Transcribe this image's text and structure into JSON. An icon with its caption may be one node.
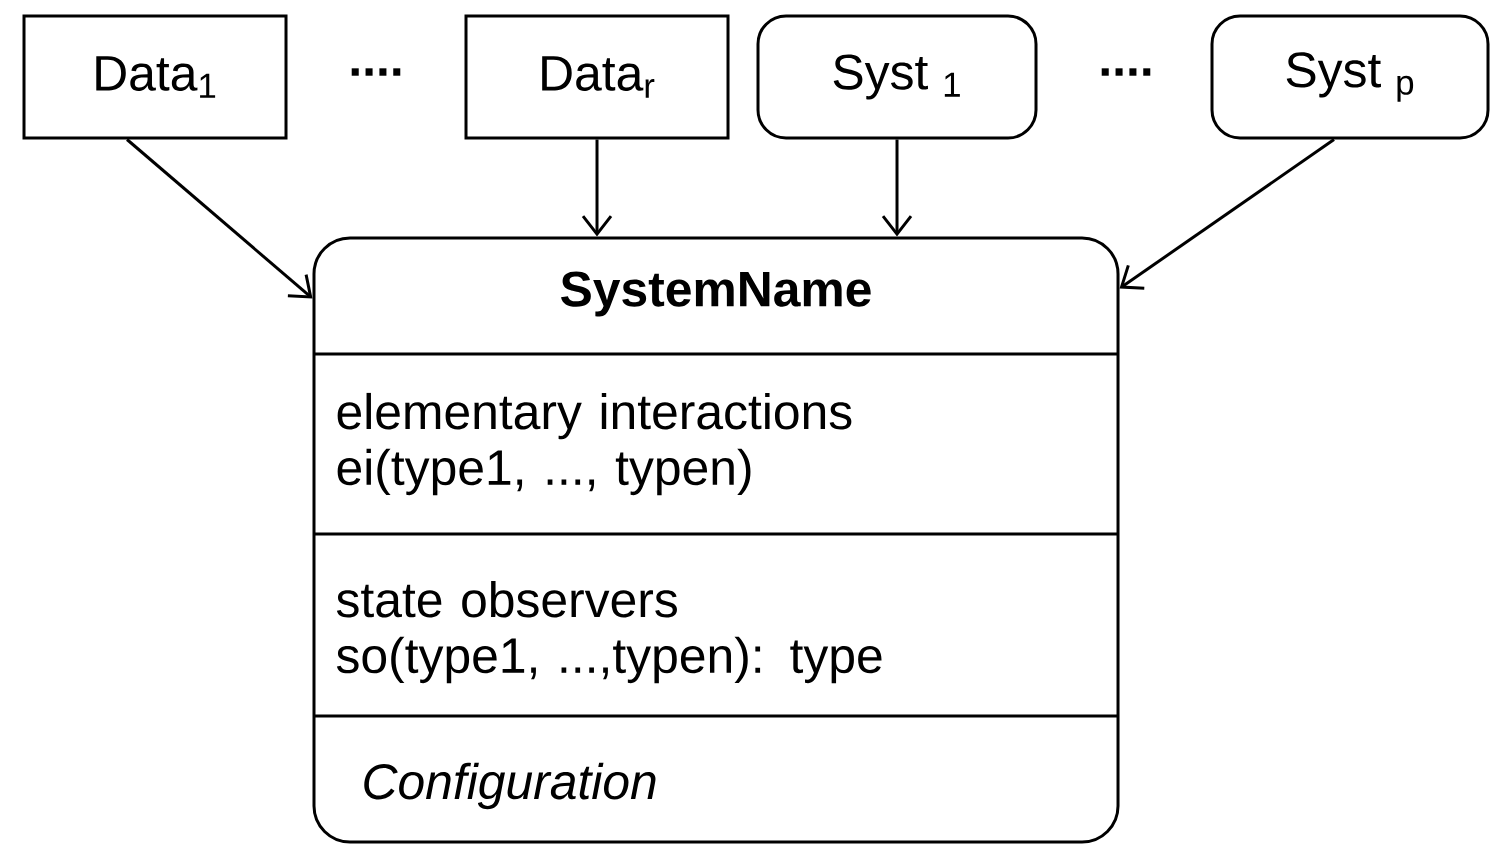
{
  "diagram": {
    "nodes": [
      {
        "text": [
          "Data$_{1}$"
        ]
      },
      {
        "text": [
          "Data$_{r}$"
        ]
      },
      {
        "text": [
          "Syst $_{1}$"
        ]
      },
      {
        "text": [
          "Syst $_{p}$"
        ]
      },
      {
        "text": [
          "SystemName",
          "elementary interactions ei(type1, ..., typen)",
          "state observers so(type1, ...,typen): type",
          "Configuration"
        ]
      }
    ],
    "edges": [
      {
        "from": 0,
        "to": 4,
        "arrow": "to"
      },
      {
        "from": 1,
        "to": 4,
        "arrow": "to"
      },
      {
        "from": 2,
        "to": 4,
        "arrow": "to"
      },
      {
        "from": 3,
        "to": 4,
        "arrow": "to"
      }
    ],
    "labels": [
      "....",
      "...."
    ]
  }
}
